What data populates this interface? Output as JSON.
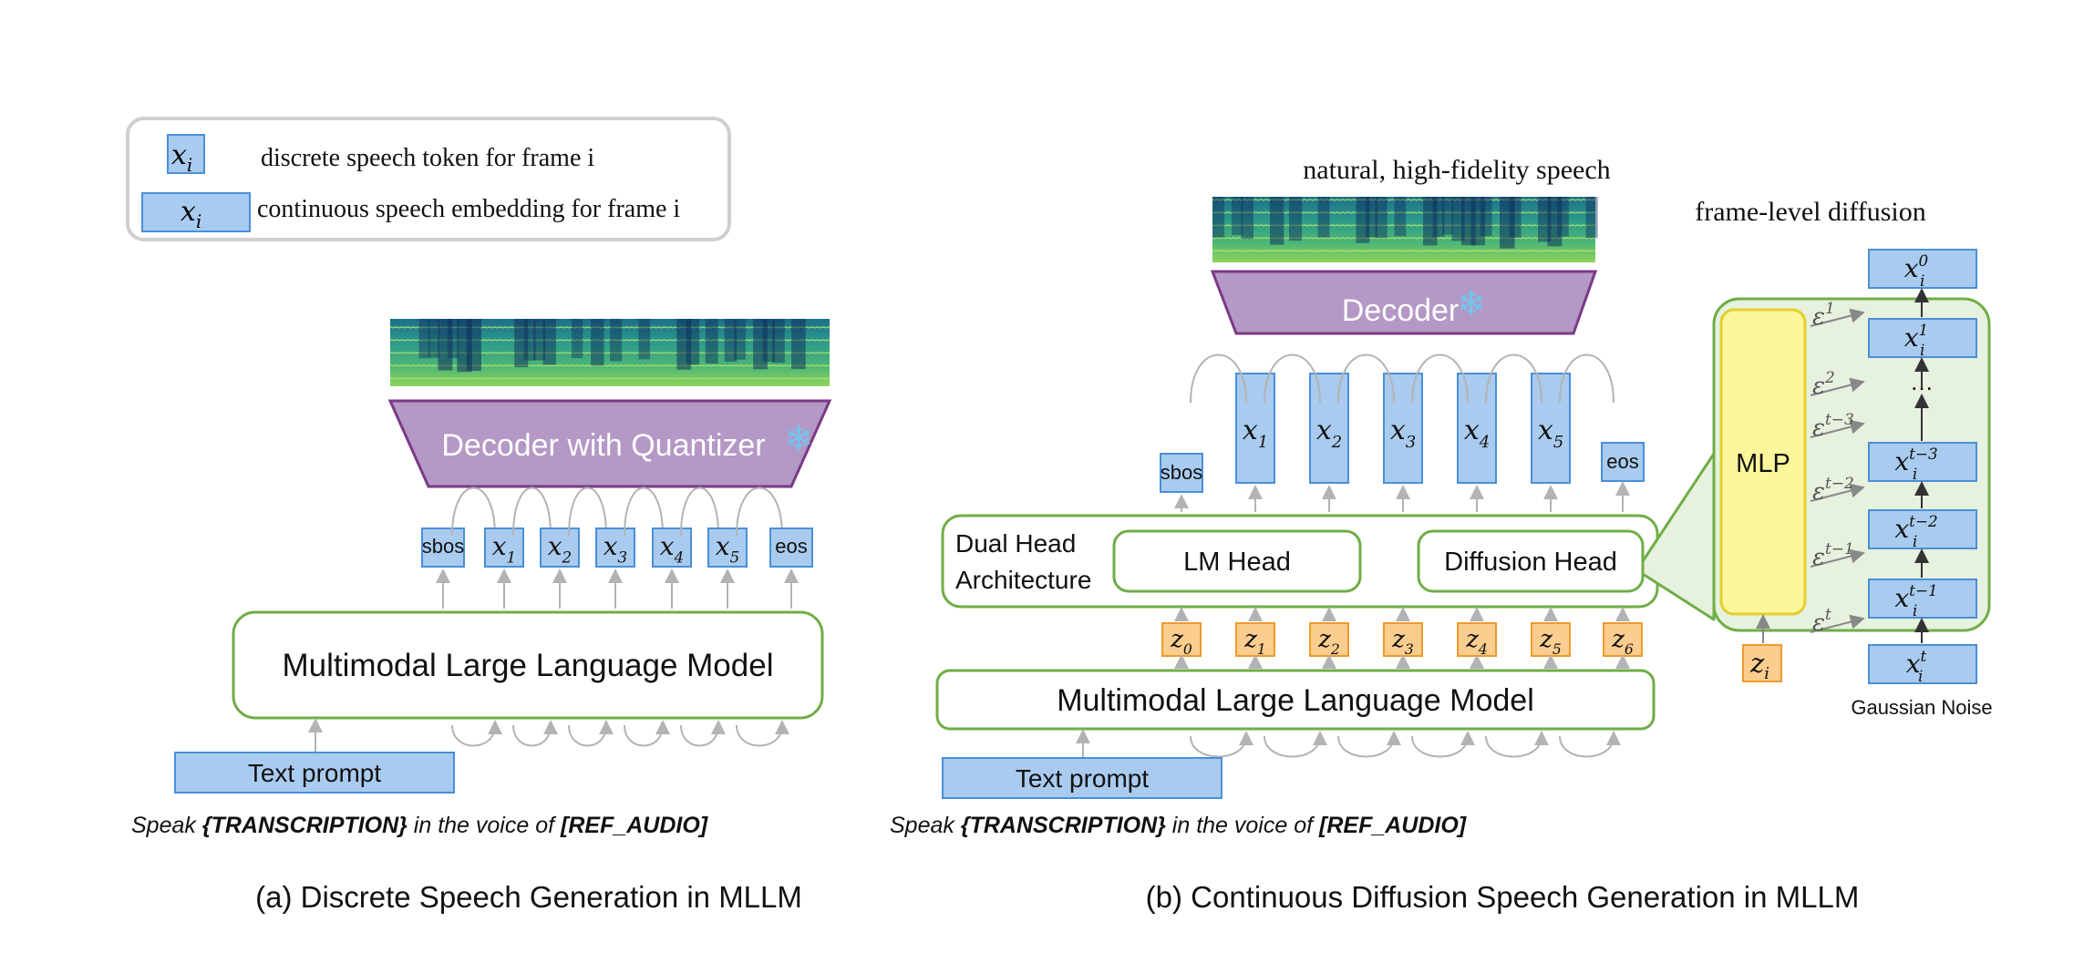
{
  "legend": {
    "discrete_symbol": "x",
    "discrete_sub": "i",
    "discrete_text": "discrete speech token for frame i",
    "continuous_symbol": "x",
    "continuous_sub": "i",
    "continuous_text": "continuous speech embedding for frame i"
  },
  "panel_a": {
    "decoder_label": "Decoder with Quantizer",
    "frozen_icon": "snowflake-icon",
    "tokens": [
      {
        "kind": "text",
        "label": "sbos"
      },
      {
        "kind": "math",
        "sym": "x",
        "sub": "1"
      },
      {
        "kind": "math",
        "sym": "x",
        "sub": "2"
      },
      {
        "kind": "math",
        "sym": "x",
        "sub": "3"
      },
      {
        "kind": "math",
        "sym": "x",
        "sub": "4"
      },
      {
        "kind": "math",
        "sym": "x",
        "sub": "5"
      },
      {
        "kind": "text",
        "label": "eos"
      }
    ],
    "mllm_label": "Multimodal Large Language Model",
    "text_prompt": "Text prompt",
    "prompt_prefix": "Speak ",
    "prompt_transcription": "{TRANSCRIPTION}",
    "prompt_middle": " in the voice of ",
    "prompt_ref": "[REF_AUDIO]",
    "caption": "(a) Discrete Speech Generation in MLLM"
  },
  "panel_b": {
    "output_title": "natural, high-fidelity speech",
    "decoder_label": "Decoder",
    "frozen_icon": "snowflake-icon",
    "sbos": "sbos",
    "eos": "eos",
    "embeddings": [
      "1",
      "2",
      "3",
      "4",
      "5"
    ],
    "embedding_sym": "x",
    "dual_head_line1": "Dual Head",
    "dual_head_line2": "Architecture",
    "lm_head": "LM Head",
    "diffusion_head": "Diffusion Head",
    "z_sym": "z",
    "z_subs": [
      "0",
      "1",
      "2",
      "3",
      "4",
      "5",
      "6"
    ],
    "mllm_label": "Multimodal Large Language Model",
    "text_prompt": "Text prompt",
    "prompt_prefix": "Speak ",
    "prompt_transcription": "{TRANSCRIPTION}",
    "prompt_middle": " in the voice of ",
    "prompt_ref": "[REF_AUDIO]",
    "caption": "(b) Continuous Diffusion Speech Generation in MLLM"
  },
  "diffusion": {
    "title": "frame-level diffusion",
    "mlp": "MLP",
    "cond_sym": "z",
    "cond_sub": "i",
    "noise_label": "Gaussian Noise",
    "eps_sym": "ε",
    "eps_sups": [
      "1",
      "2",
      "t−3",
      "t−2",
      "t−1",
      "t"
    ],
    "chain_sym": "x",
    "chain_sub": "i",
    "chain_sups": [
      "0",
      "1",
      "…",
      "t−3",
      "t−2",
      "t−1",
      "t"
    ]
  },
  "colors": {
    "token_fill": "#a9cbef",
    "token_stroke": "#4a8fd8",
    "green": "#70ad47",
    "light_green": "#e6f1de",
    "decoder_fill": "#b498c5",
    "decoder_stroke": "#7a3a86",
    "z_fill": "#fbcd8e",
    "z_stroke": "#ee9a2c",
    "mlp_fill": "#fdf69a",
    "mlp_stroke": "#e2cf2e",
    "arrow": "#b3b3b3"
  }
}
